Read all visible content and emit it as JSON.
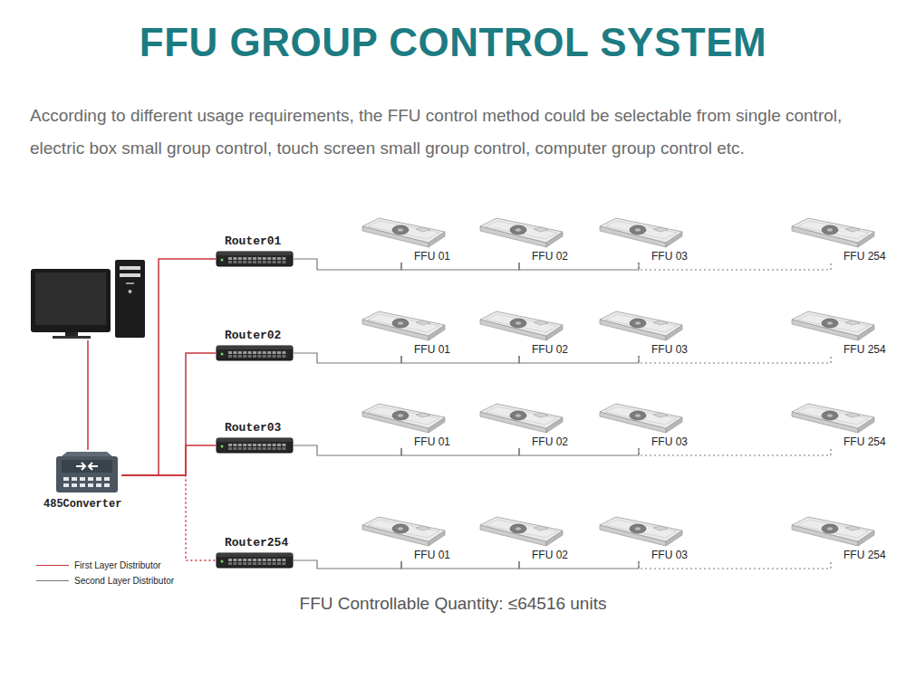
{
  "diagram": {
    "title": "FFU GROUP CONTROL SYSTEM",
    "caption": "FFU Controllable Quantity: ≤64516 units",
    "nodes": [
      {
        "text": [
          "Router01"
        ]
      },
      {
        "text": [
          "FFU 01"
        ]
      },
      {
        "text": [
          "FFU 02"
        ]
      },
      {
        "text": [
          "FFU 03"
        ]
      },
      {
        "text": [
          "FFU 254"
        ]
      },
      {
        "text": [
          "Router02"
        ]
      },
      {
        "text": [
          "FFU 01"
        ]
      },
      {
        "text": [
          "FFU 02"
        ]
      },
      {
        "text": [
          "FFU 03"
        ]
      },
      {
        "text": [
          "FFU 254"
        ]
      },
      {
        "text": [
          "Router03"
        ]
      },
      {
        "text": [
          "FFU 01"
        ]
      },
      {
        "text": [
          "FFU 02"
        ]
      },
      {
        "text": [
          "FFU 03"
        ]
      },
      {
        "text": [
          "FFU 254"
        ]
      },
      {
        "text": [
          "485Converter"
        ]
      },
      {
        "text": [
          "Router254"
        ]
      },
      {
        "text": [
          "FFU 01"
        ]
      },
      {
        "text": [
          "FFU 02"
        ]
      },
      {
        "text": [
          "FFU 03"
        ]
      },
      {
        "text": [
          "FFU 254"
        ]
      }
    ],
    "edges": [
      {
        "from": 15,
        "to": 0,
        "arrow": "none"
      },
      {
        "from": 15,
        "to": 5,
        "arrow": "none"
      },
      {
        "from": 15,
        "to": 10,
        "arrow": "none"
      },
      {
        "from": 15,
        "to": 16,
        "arrow": "none"
      },
      {
        "from": 0,
        "to": 1,
        "arrow": "none"
      },
      {
        "from": 1,
        "to": 2,
        "arrow": "none"
      },
      {
        "from": 2,
        "to": 3,
        "arrow": "none"
      },
      {
        "from": 3,
        "to": 4,
        "arrow": "none"
      },
      {
        "from": 5,
        "to": 6,
        "arrow": "none"
      },
      {
        "from": 6,
        "to": 7,
        "arrow": "none"
      },
      {
        "from": 7,
        "to": 8,
        "arrow": "none"
      },
      {
        "from": 8,
        "to": 9,
        "arrow": "none"
      },
      {
        "from": 10,
        "to": 11,
        "arrow": "none"
      },
      {
        "from": 11,
        "to": 12,
        "arrow": "none"
      },
      {
        "from": 12,
        "to": 13,
        "arrow": "none"
      },
      {
        "from": 13,
        "to": 14,
        "arrow": "none"
      },
      {
        "from": 16,
        "to": 17,
        "arrow": "none"
      },
      {
        "from": 17,
        "to": 18,
        "arrow": "none"
      },
      {
        "from": 18,
        "to": 19,
        "arrow": "none"
      },
      {
        "from": 19,
        "to": 20,
        "arrow": "none"
      }
    ],
    "labels": [
      "According to different usage requirements, the FFU control method could be selectable from single control, electric box small group control, touch screen small group control, computer group control etc."
    ],
    "legend": [
      {
        "text": "First Layer Distributor"
      },
      {
        "text": "Second Layer Distributor"
      }
    ]
  }
}
